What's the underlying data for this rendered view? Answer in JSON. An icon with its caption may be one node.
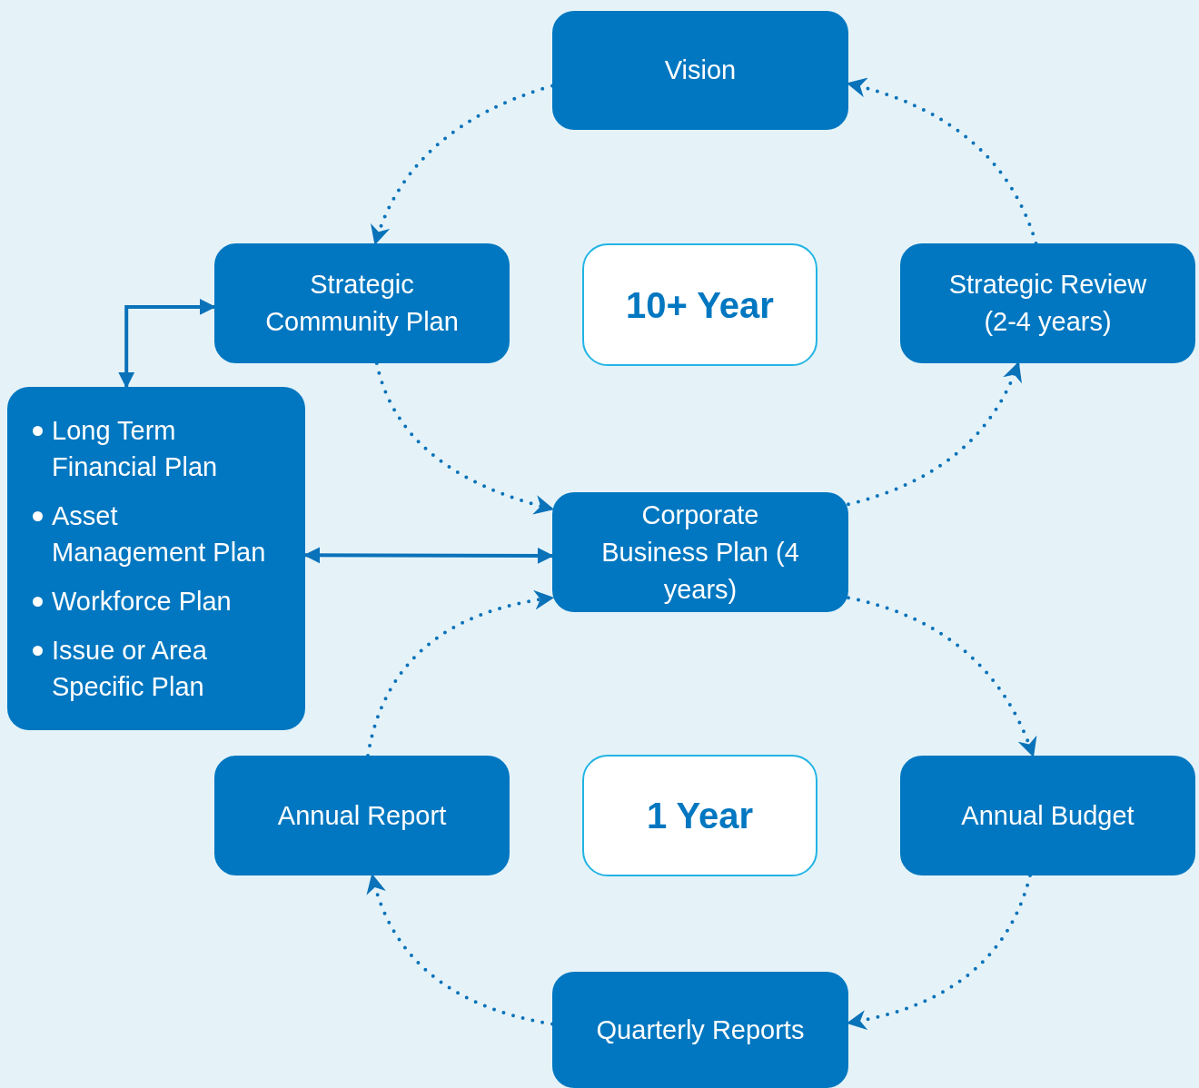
{
  "diagram": {
    "nodes": [
      {
        "text": [
          "Vision"
        ]
      },
      {
        "text": [
          "Strategic Community Plan"
        ]
      },
      {
        "text": [
          "10+ Year"
        ]
      },
      {
        "text": [
          "Strategic Review (2-4 years)"
        ]
      },
      {
        "text": [
          "Long Term Financial Plan",
          "Asset Management Plan",
          "Workforce Plan",
          "Issue or Area Specific Plan"
        ]
      },
      {
        "text": [
          "Corporate Business Plan (4 years)"
        ]
      },
      {
        "text": [
          "Annual Report"
        ]
      },
      {
        "text": [
          "1 Year"
        ]
      },
      {
        "text": [
          "Annual Budget"
        ]
      },
      {
        "text": [
          "Quarterly Reports"
        ]
      }
    ],
    "edges": [
      {
        "from": 0,
        "to": 1,
        "arrow": "to",
        "style": "dashed"
      },
      {
        "from": 1,
        "to": 5,
        "arrow": "to",
        "style": "dashed"
      },
      {
        "from": 5,
        "to": 3,
        "arrow": "to",
        "style": "dashed"
      },
      {
        "from": 3,
        "to": 0,
        "arrow": "to",
        "style": "dashed"
      },
      {
        "from": 5,
        "to": 8,
        "arrow": "to",
        "style": "dashed"
      },
      {
        "from": 8,
        "to": 9,
        "arrow": "to",
        "style": "dashed"
      },
      {
        "from": 9,
        "to": 6,
        "arrow": "to",
        "style": "dashed"
      },
      {
        "from": 6,
        "to": 5,
        "arrow": "to",
        "style": "dashed"
      },
      {
        "from": 4,
        "to": 5,
        "arrow": "both"
      },
      {
        "from": 4,
        "to": 1,
        "arrow": "both"
      }
    ]
  }
}
